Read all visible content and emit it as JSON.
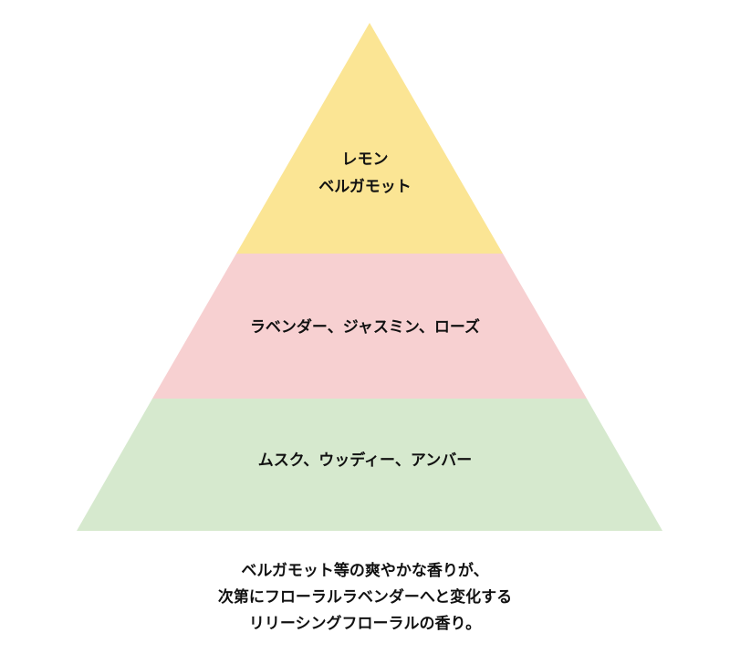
{
  "pyramid": {
    "tiers": [
      {
        "id": "top",
        "color": "#fbe594",
        "lines": [
          "レモン",
          "ベルガモット"
        ]
      },
      {
        "id": "middle",
        "color": "#f7d0d1",
        "lines": [
          "ラベンダー、ジャスミン、ローズ"
        ]
      },
      {
        "id": "base",
        "color": "#d6e9ce",
        "lines": [
          "ムスク、ウッディー、アンバー"
        ]
      }
    ]
  },
  "caption": {
    "lines": [
      "ベルガモット等の爽やかな香りが、",
      "次第にフローラルラベンダーへと変化する",
      "リリーシングフローラルの香り。"
    ]
  }
}
